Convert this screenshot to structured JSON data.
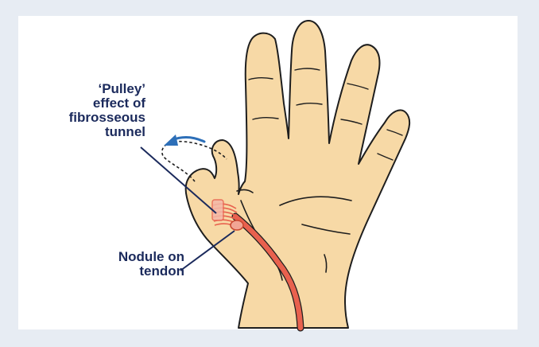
{
  "labels": {
    "pulley": [
      "‘Pulley’",
      "effect of",
      "fibrosseous",
      "tunnel"
    ],
    "nodule": [
      "Nodule on",
      "tendon"
    ]
  },
  "colors": {
    "background": "#e7ecf3",
    "panel": "#ffffff",
    "skin": "#f7d9a6",
    "outline": "#1e1e1e",
    "tendon": "#e8614e",
    "label_text": "#1b2a5c",
    "arrow": "#2d6fb8"
  },
  "icons": {
    "hand": "hand-illustration",
    "arrow": "curved-arrow-icon"
  }
}
